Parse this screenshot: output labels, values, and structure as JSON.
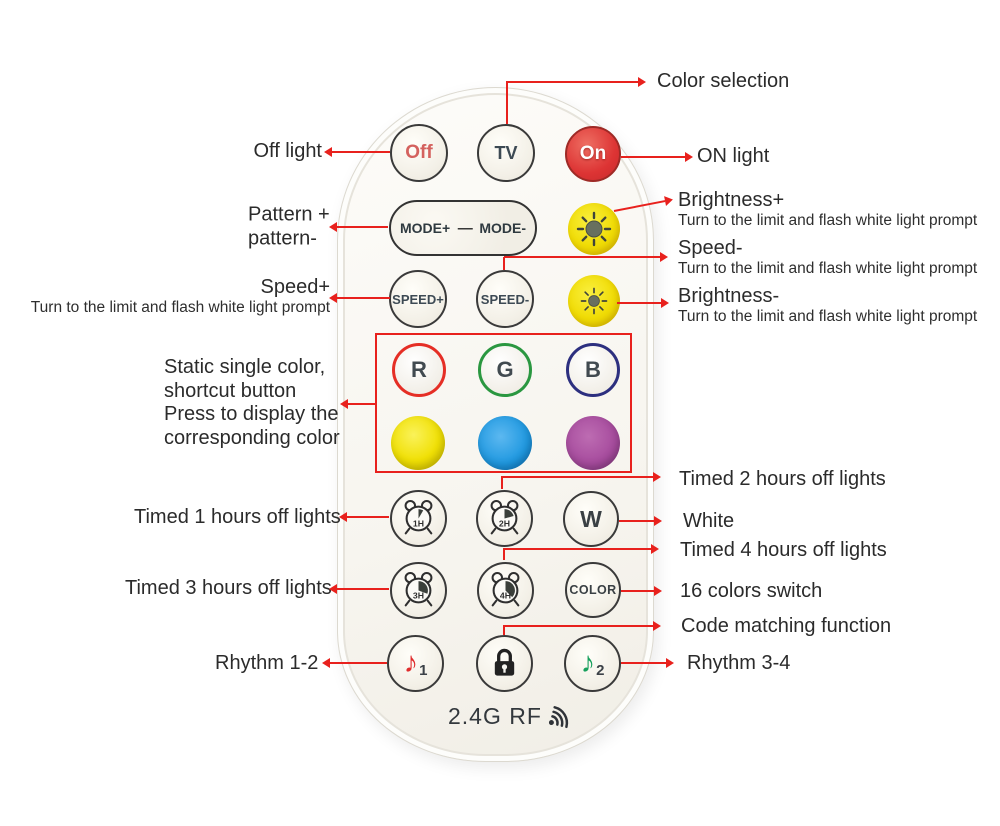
{
  "colors": {
    "accent_red": "#e8211d",
    "on_button": "#dd3434",
    "brightness_yellow": "#f0dc05",
    "key_yellow": "#f0e005",
    "key_blue": "#1f98e0",
    "key_purple": "#a64b9d",
    "ring_red": "#e52e25",
    "ring_green": "#2a9740",
    "ring_blue": "#2c2f7f"
  },
  "remote": {
    "rf_label": "2.4G RF",
    "buttons": {
      "off": "Off",
      "tv": "TV",
      "on": "On",
      "mode_plus": "MODE+",
      "mode_minus": "MODE-",
      "speed_plus": "SPEED+",
      "speed_minus": "SPEED-",
      "r": "R",
      "g": "G",
      "b": "B",
      "timer_1h": "1H",
      "timer_2h": "2H",
      "white": "W",
      "timer_3h": "3H",
      "timer_4h": "4H",
      "color": "COLOR",
      "rhythm_1": "1",
      "rhythm_2": "2"
    },
    "icons": {
      "music_note": "♪",
      "mode_dash": "—"
    }
  },
  "annotations": {
    "left": {
      "off_light": "Off light",
      "pattern": "Pattern +\npattern-",
      "speed_plus_title": "Speed+",
      "speed_plus_sub": "Turn to the limit and flash white light prompt",
      "static_color": "Static single color,\nshortcut button\nPress to display the\ncorresponding color",
      "timed_1h": "Timed 1 hours off lights",
      "timed_3h": "Timed 3 hours off lights",
      "rhythm_1_2": "Rhythm 1-2"
    },
    "right": {
      "color_selection": "Color selection",
      "on_light": "ON light",
      "brightness_plus_title": "Brightness+",
      "brightness_plus_sub": "Turn to the limit and flash white light prompt",
      "speed_minus_title": "Speed-",
      "speed_minus_sub": "Turn to the limit and flash white light prompt",
      "brightness_minus_title": "Brightness-",
      "brightness_minus_sub": "Turn to the limit and flash white light prompt",
      "timed_2h": "Timed 2 hours off lights",
      "white": "White",
      "timed_4h": "Timed 4 hours off lights",
      "colors_16": "16 colors switch",
      "code_matching": "Code matching function",
      "rhythm_3_4": "Rhythm 3-4"
    }
  }
}
